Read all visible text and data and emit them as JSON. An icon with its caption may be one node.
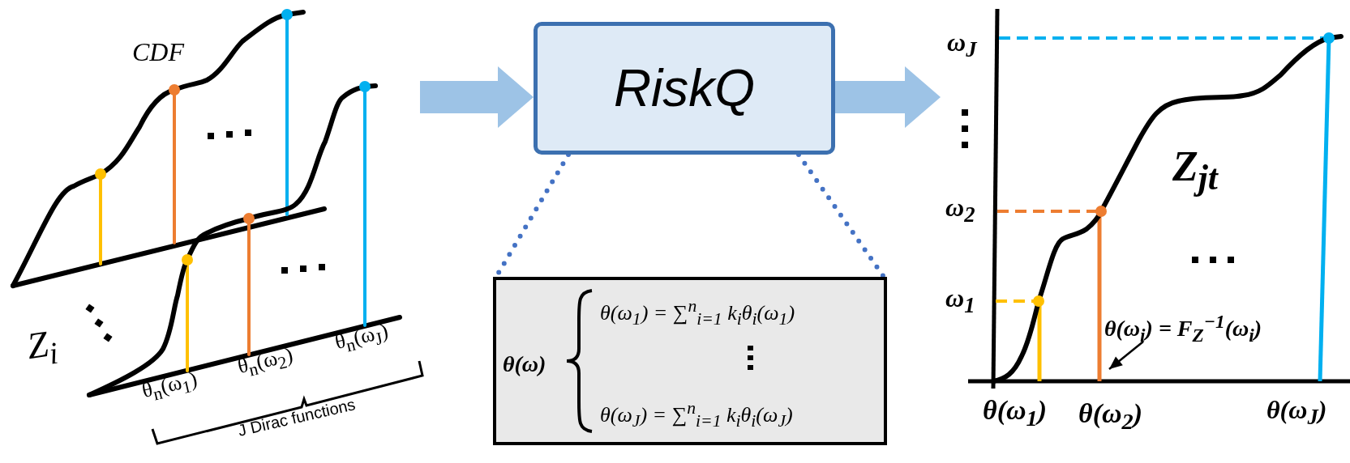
{
  "diagram": {
    "nodes": [
      {
        "text": [],
        "shape": "picture"
      },
      {
        "text": [
          "RiskQ"
        ]
      },
      {
        "text": [
          "θ(ω)",
          "θ(ω$_{1}$) = ∑$^{n}$$_{i=1}$ k$_{i}$θ$_{i}$(ω$_{1}$)",
          "θ(ω$_{J}$) = ∑$^{n}$$_{i=1}$ k$_{i}$θ$_{i}$(ω$_{J}$)"
        ]
      },
      {
        "text": [],
        "shape": "picture"
      },
      {
        "text": [
          "θ(ω$_{i}$) = F$_{Z}$$^{−1}$(ω$_{i}$)"
        ],
        "in": 3
      }
    ],
    "edges": [
      {
        "from": 0,
        "to": 1,
        "arrow": "to",
        "style": "thick",
        "color": "#9dc3e6"
      },
      {
        "from": 1,
        "to": 3,
        "arrow": "to",
        "style": "thick",
        "color": "#9dc3e6"
      },
      {
        "from": 1,
        "to": 2,
        "arrow": "none",
        "style": "dashed",
        "color": "#4472c4"
      },
      {
        "from": 1,
        "to": 2,
        "arrow": "none",
        "style": "dashed",
        "color": "#4472c4"
      },
      {
        "from": 4,
        "to": null,
        "arrow": "to",
        "color": "#000000"
      }
    ],
    "labels": [
      "CDF",
      "Z$_{i}$",
      "θ$_{n}$(ω$_{1}$)",
      "θ$_{n}$(ω$_{2}$)",
      "θ$_{n}$(ω$_{J}$)",
      "J Dirac functions",
      "ω$_{J}$",
      "ω$_{2}$",
      "ω$_{1}$",
      "Z$_{jt}$",
      "θ(ω$_{1}$)",
      "θ(ω$_{2}$)",
      "θ(ω$_{J}$)"
    ]
  }
}
